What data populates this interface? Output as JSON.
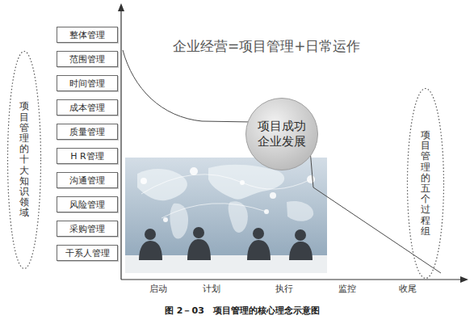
{
  "diagram": {
    "title": "企业经营=项目管理+日常运作",
    "caption": "图 2－03　项目管理的核心理念示意图",
    "nodes": [
      {
        "text": [
          "项目管理的十大知识领域"
        ]
      },
      {
        "text": [
          "整体管理"
        ]
      },
      {
        "text": [
          "范围管理"
        ]
      },
      {
        "text": [
          "时间管理"
        ]
      },
      {
        "text": [
          "成本管理"
        ]
      },
      {
        "text": [
          "质量管理"
        ]
      },
      {
        "text": [
          "H R管理"
        ]
      },
      {
        "text": [
          "沟通管理"
        ]
      },
      {
        "text": [
          "风险管理"
        ]
      },
      {
        "text": [
          "采购管理"
        ]
      },
      {
        "text": [
          "干系人管理"
        ]
      },
      {
        "text": [
          "项目成功 企业发展"
        ]
      },
      {
        "text": [
          "项目管理的五个过程组"
        ]
      }
    ],
    "labels": [
      "启动",
      "计划",
      "执行",
      "监控",
      "收尾"
    ]
  }
}
